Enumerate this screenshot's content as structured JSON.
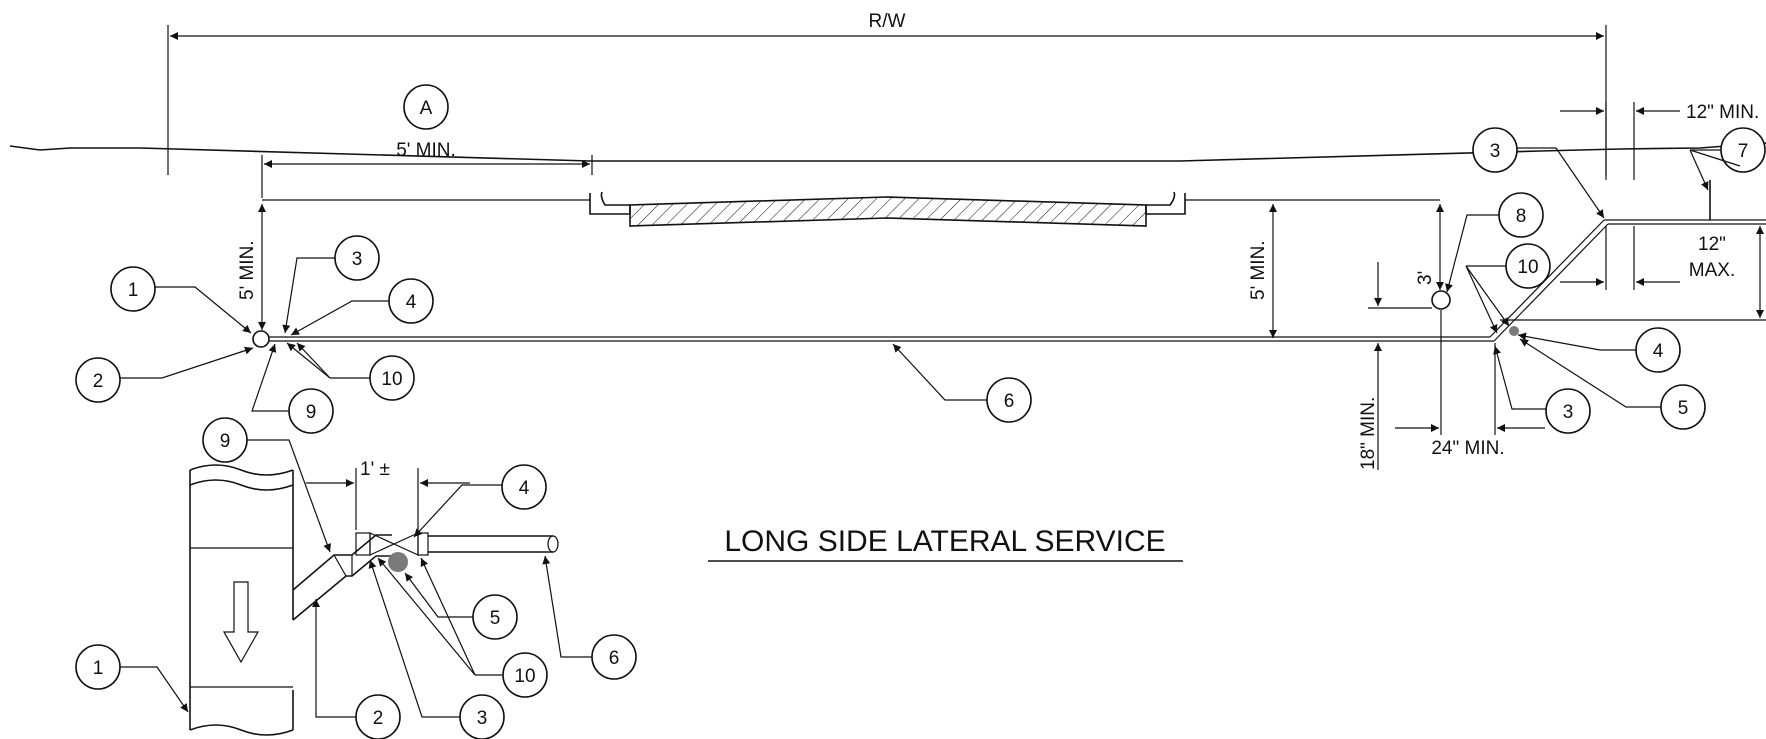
{
  "title": "LONG SIDE LATERAL SERVICE",
  "dimensions": {
    "rw": "R/W",
    "five_min_horizontal": "5' MIN.",
    "five_min_left_vertical": "5' MIN.",
    "five_min_right_vertical": "5' MIN.",
    "three_ft": "3'",
    "eighteen_min": "18\" MIN.",
    "twentyfour_min": "24\" MIN.",
    "twelve_min": "12\" MIN.",
    "twelve_max_1": "12\"",
    "twelve_max_2": "MAX.",
    "one_ft": "1' ±"
  },
  "section_marker": "A",
  "callouts": {
    "left_1": "1",
    "left_2": "2",
    "left_3": "3",
    "left_4": "4",
    "left_9": "9",
    "left_10": "10",
    "center_6": "6",
    "right_3_top": "3",
    "right_7": "7",
    "right_8": "8",
    "right_10": "10",
    "right_4": "4",
    "right_5": "5",
    "right_3_bottom": "3",
    "detail_9": "9",
    "detail_4": "4",
    "detail_5": "5",
    "detail_6": "6",
    "detail_10": "10",
    "detail_1": "1",
    "detail_2": "2",
    "detail_3": "3"
  },
  "colors": {
    "ink": "#111111",
    "fill_gray": "#7a7a7a",
    "background": "#ffffff"
  }
}
